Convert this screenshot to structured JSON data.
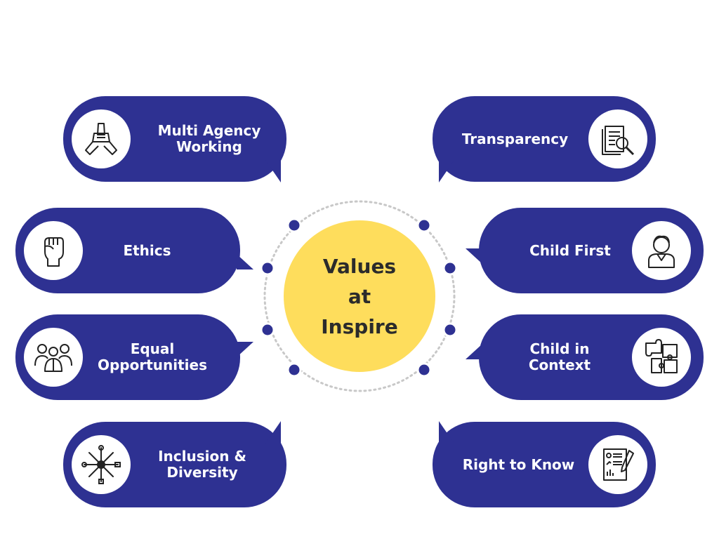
{
  "center": {
    "title": "Values\nat\nInspire"
  },
  "colors": {
    "bubble": "#2e3192",
    "center": "#fedd5c",
    "dots": "#2e3192",
    "ring": "#c8c8c8"
  },
  "values": [
    {
      "label": "Multi Agency\nWorking",
      "icon": "hands-together-icon"
    },
    {
      "label": "Ethics",
      "icon": "raised-fist-icon"
    },
    {
      "label": "Equal\nOpportunities",
      "icon": "people-group-icon"
    },
    {
      "label": "Inclusion &\nDiversity",
      "icon": "tools-circle-icon"
    },
    {
      "label": "Transparency",
      "icon": "document-magnifier-icon"
    },
    {
      "label": "Child First",
      "icon": "child-avatar-icon"
    },
    {
      "label": "Child in\nContext",
      "icon": "puzzle-pieces-icon"
    },
    {
      "label": "Right to Know",
      "icon": "report-pen-icon"
    }
  ]
}
